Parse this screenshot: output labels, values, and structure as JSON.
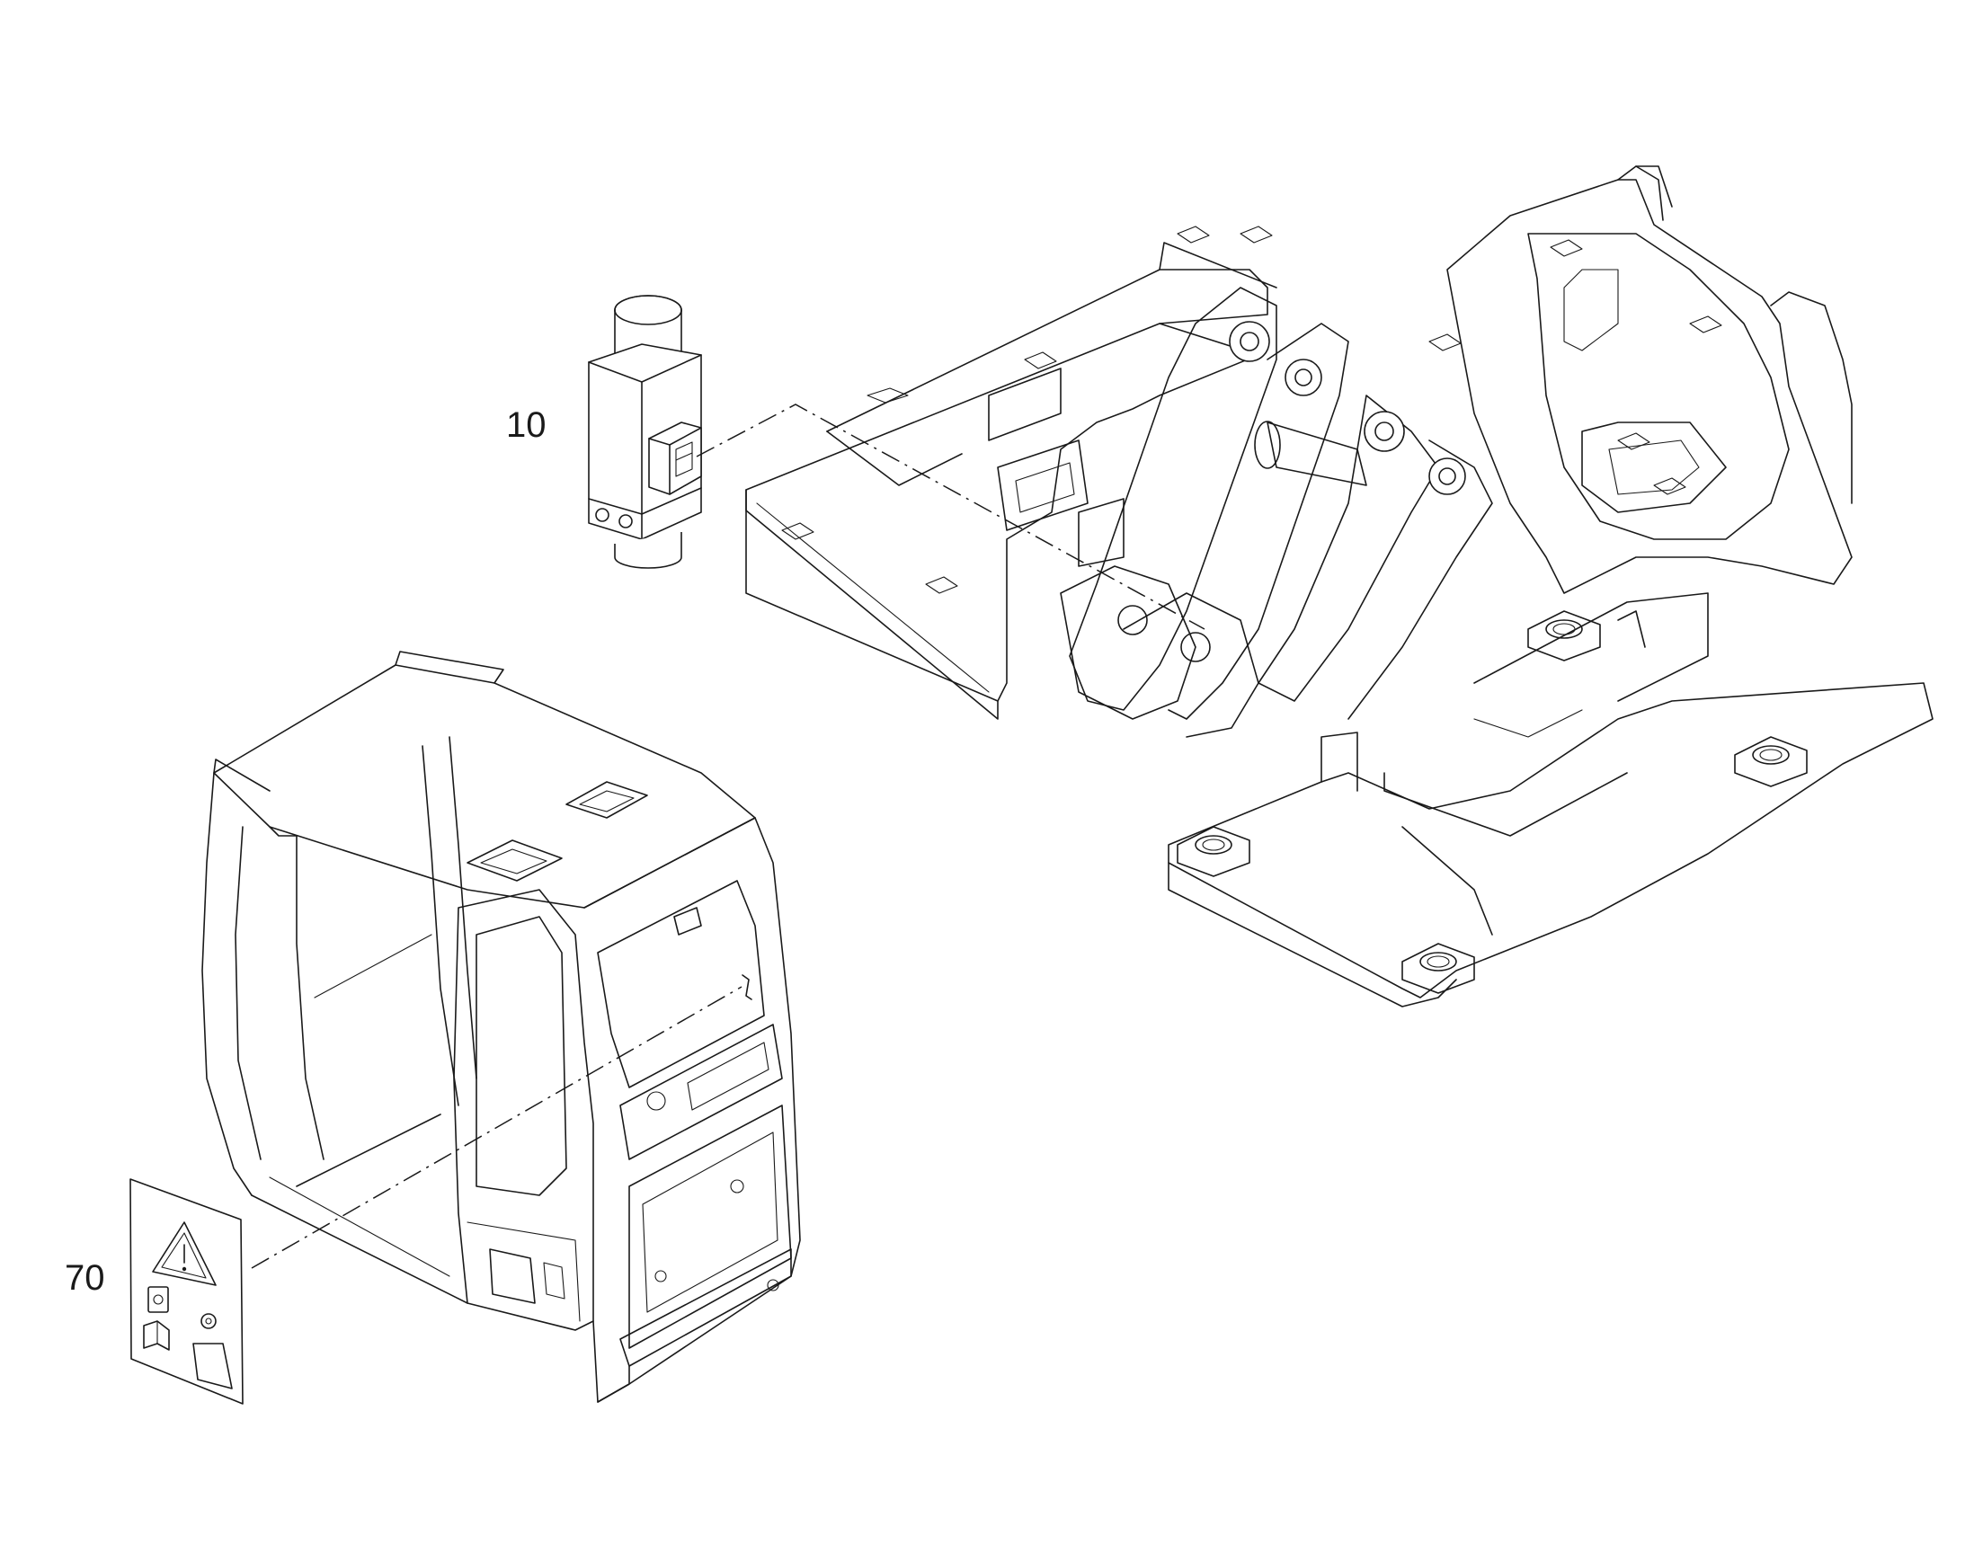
{
  "diagram": {
    "callouts": [
      {
        "id": "pressure-switch",
        "label": "10"
      },
      {
        "id": "warning-decal",
        "label": "70"
      }
    ],
    "colors": {
      "line": "#1a1a1a",
      "background": "#ffffff"
    },
    "icons": [
      "warning-triangle-icon",
      "manual-book-icon",
      "operator-icon",
      "seat-belt-icon"
    ]
  }
}
